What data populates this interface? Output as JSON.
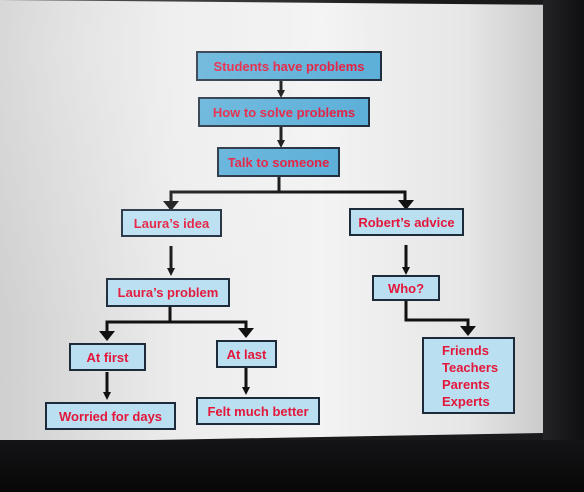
{
  "diagram": {
    "nodes": {
      "students_problems": "Students have problems",
      "how_to_solve": "How to solve problems",
      "talk_to_someone": "Talk to someone",
      "lauras_idea": "Laura’s idea",
      "roberts_advice": "Robert’s advice",
      "lauras_problem": "Laura’s problem",
      "who": "Who?",
      "at_first": "At first",
      "at_last": "At last",
      "worried": "Worried for days",
      "felt_better": "Felt much better",
      "helpers": [
        "Friends",
        "Teachers",
        "Parents",
        "Experts"
      ]
    },
    "colors": {
      "box_fill": "#5aaed8",
      "box_fill_light": "#b9dff1",
      "box_border": "#1c2a3a",
      "text": "#e4173a",
      "connector": "#111111"
    }
  }
}
